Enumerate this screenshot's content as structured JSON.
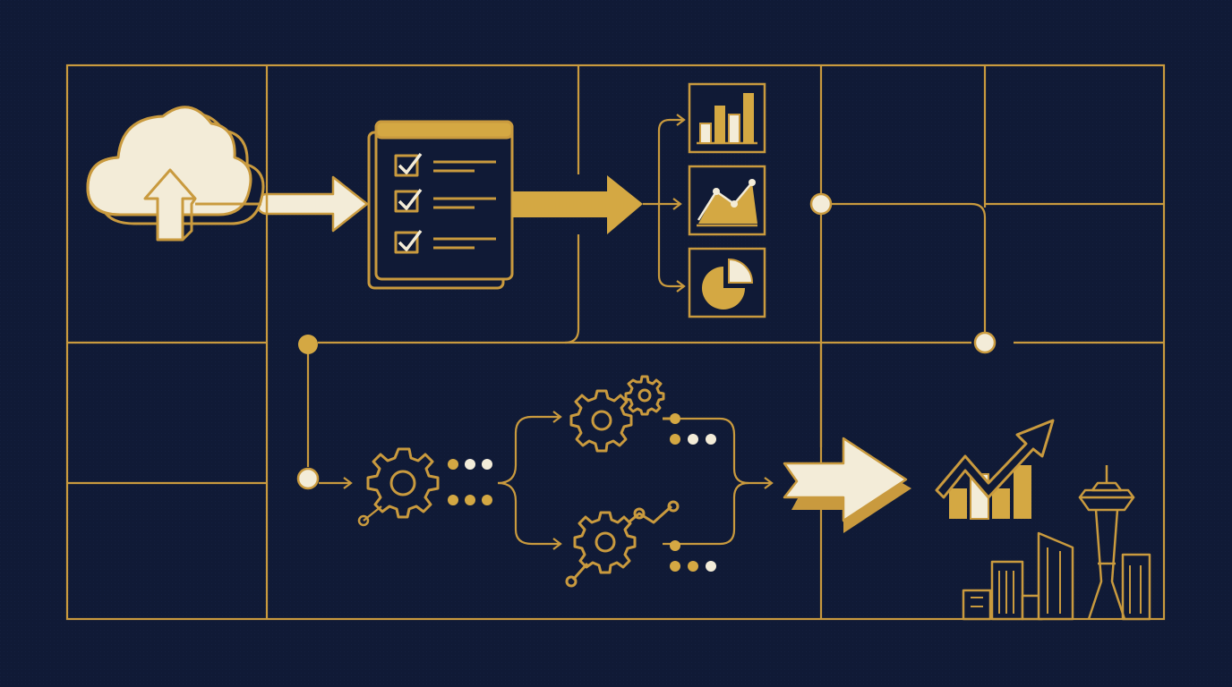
{
  "colors": {
    "background": "#101a36",
    "gold": "#d4a843",
    "cream": "#f3ecd8",
    "line": "#c99a3e"
  },
  "icons": [
    "cloud-upload-icon",
    "checklist-icon",
    "bar-chart-icon",
    "line-chart-icon",
    "pie-chart-icon",
    "gear-icon",
    "gear-cluster-icon",
    "growth-chart-icon",
    "city-skyline-icon",
    "space-needle-icon"
  ],
  "flow": [
    {
      "step": "upload",
      "icon": "cloud-upload-icon"
    },
    {
      "step": "checklist",
      "icon": "checklist-icon"
    },
    {
      "step": "reports",
      "icons": [
        "bar-chart-icon",
        "line-chart-icon",
        "pie-chart-icon"
      ]
    },
    {
      "step": "processing",
      "icons": [
        "gear-icon",
        "gear-cluster-icon"
      ]
    },
    {
      "step": "growth",
      "icons": [
        "growth-chart-icon",
        "city-skyline-icon"
      ]
    }
  ]
}
